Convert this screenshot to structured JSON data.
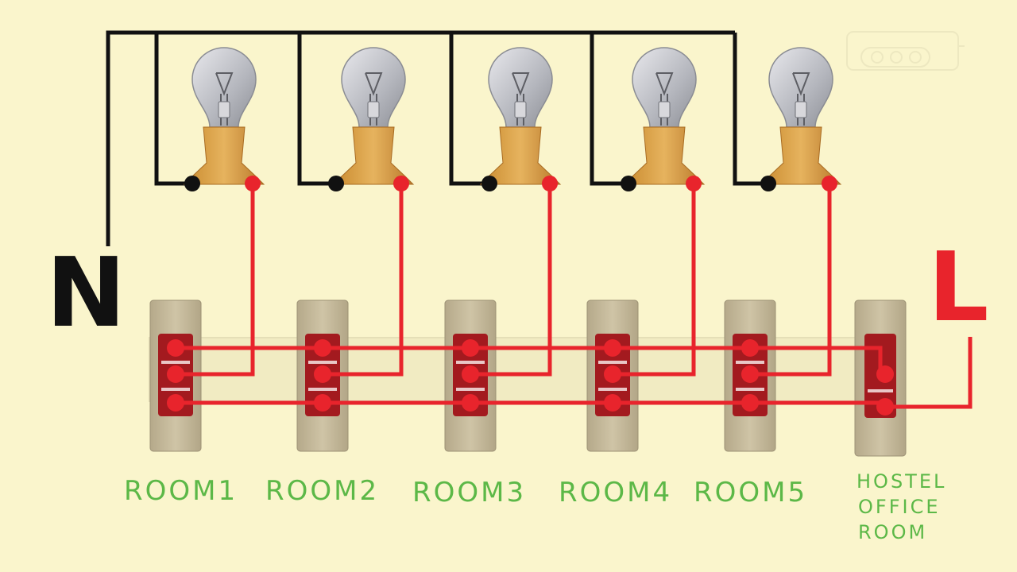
{
  "terminals": {
    "neutral": "N",
    "live": "L"
  },
  "rooms": [
    {
      "label": "ROOM1"
    },
    {
      "label": "ROOM2"
    },
    {
      "label": "ROOM3"
    },
    {
      "label": "ROOM4"
    },
    {
      "label": "ROOM5"
    }
  ],
  "office": {
    "line1": "HOSTEL",
    "line2": "OFFICE",
    "line3": "ROOM"
  },
  "colors": {
    "background": "#faf5cc",
    "neutral_wire": "#111111",
    "live_wire": "#e8242c",
    "label_text": "#5cb847",
    "switch_plate": "#c9bd9c",
    "switch_rocker": "#a31a1f",
    "lamp_holder": "#d9a046"
  },
  "icons": {
    "lamp": "light-bulb-icon",
    "switch": "switch-icon"
  }
}
